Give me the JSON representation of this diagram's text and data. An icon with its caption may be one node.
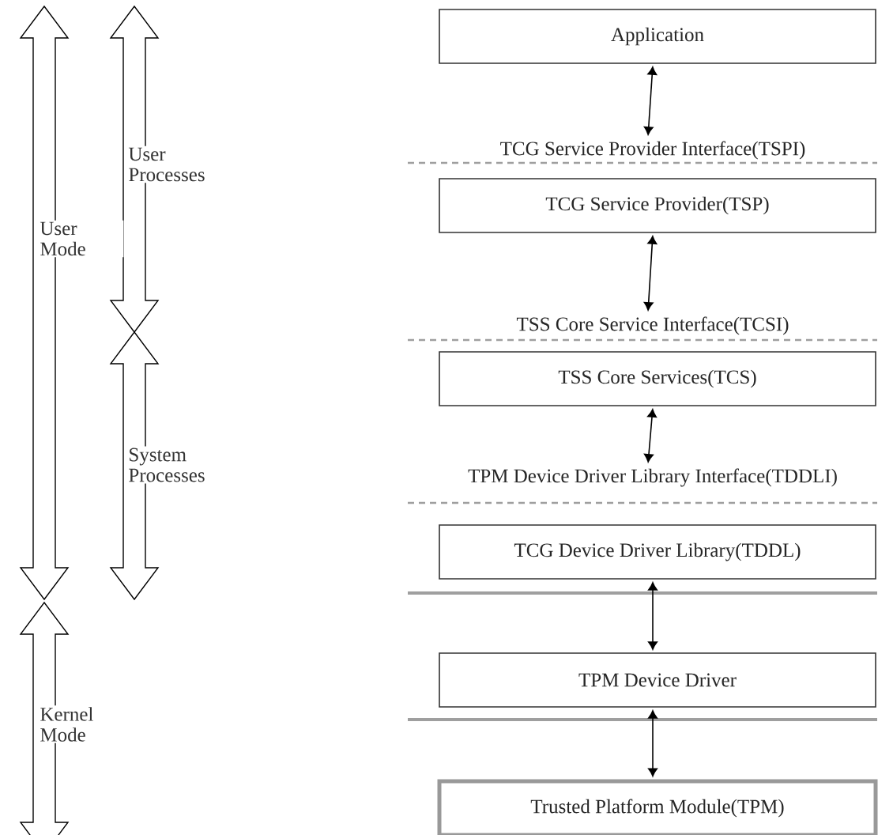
{
  "diagram": {
    "nodes": [
      {
        "text": [
          "Application"
        ]
      },
      {
        "text": [
          "TCG Service Provider Interface(TSPI)"
        ]
      },
      {
        "text": [
          "TCG Service Provider(TSP)"
        ]
      },
      {
        "text": [
          "TSS Core Service Interface(TCSI)"
        ]
      },
      {
        "text": [
          "TSS Core Services(TCS)"
        ]
      },
      {
        "text": [
          "TPM Device Driver Library Interface(TDDLI)"
        ]
      },
      {
        "text": [
          "TCG Device Driver Library(TDDL)"
        ]
      },
      {
        "text": [
          "TPM Device Driver"
        ]
      },
      {
        "text": [
          "Trusted Platform Module(TPM)"
        ]
      }
    ],
    "edges": [
      {
        "from": 0,
        "to": 1,
        "arrow": "both"
      },
      {
        "from": 2,
        "to": 3,
        "arrow": "both"
      },
      {
        "from": 4,
        "to": 5,
        "arrow": "both"
      },
      {
        "from": 6,
        "to": 7,
        "arrow": "both"
      },
      {
        "from": 7,
        "to": 8,
        "arrow": "both"
      }
    ],
    "labels": [
      "User Processes",
      "User Mode",
      "System Processes",
      "Kernel Mode"
    ]
  }
}
